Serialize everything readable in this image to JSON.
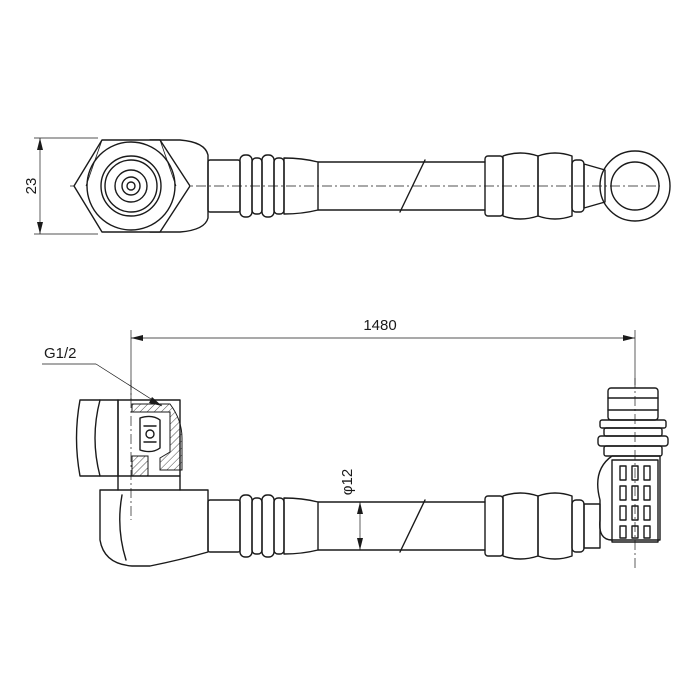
{
  "dimensions": {
    "height_top_view": "23",
    "length": "1480",
    "diameter": "φ12",
    "thread": "G1/2"
  }
}
